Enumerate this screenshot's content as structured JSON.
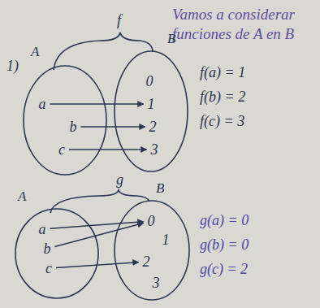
{
  "diagram": {
    "title": "Vamos a considerar funciones de A en B",
    "nodes": [
      {
        "text": [
          "A"
        ]
      },
      {
        "text": [
          "a"
        ],
        "in": 0
      },
      {
        "text": [
          "b"
        ],
        "in": 0
      },
      {
        "text": [
          "c"
        ],
        "in": 0
      },
      {
        "text": [
          "B"
        ]
      },
      {
        "text": [
          "0"
        ],
        "in": 4
      },
      {
        "text": [
          "1"
        ],
        "in": 4
      },
      {
        "text": [
          "2"
        ],
        "in": 4
      },
      {
        "text": [
          "3"
        ],
        "in": 4
      },
      {
        "text": [
          "A"
        ]
      },
      {
        "text": [
          "a"
        ],
        "in": 9
      },
      {
        "text": [
          "b"
        ],
        "in": 9
      },
      {
        "text": [
          "c"
        ],
        "in": 9
      },
      {
        "text": [
          "B"
        ]
      },
      {
        "text": [
          "0"
        ],
        "in": 13
      },
      {
        "text": [
          "1"
        ],
        "in": 13
      },
      {
        "text": [
          "2"
        ],
        "in": 13
      },
      {
        "text": [
          "3"
        ],
        "in": 13
      }
    ],
    "edges": [
      {
        "from": 1,
        "to": 6,
        "arrow": "to"
      },
      {
        "from": 2,
        "to": 7,
        "arrow": "to"
      },
      {
        "from": 3,
        "to": 8,
        "arrow": "to"
      },
      {
        "from": 10,
        "to": 14,
        "arrow": "to"
      },
      {
        "from": 11,
        "to": 14,
        "arrow": "to"
      },
      {
        "from": 12,
        "to": 16,
        "arrow": "to"
      }
    ],
    "labels": [
      "1)",
      "f",
      "f(a) = 1",
      "f(b) = 2",
      "f(c) = 3",
      "g",
      "g(a) = 0",
      "g(b) = 0",
      "g(c) = 2"
    ]
  }
}
